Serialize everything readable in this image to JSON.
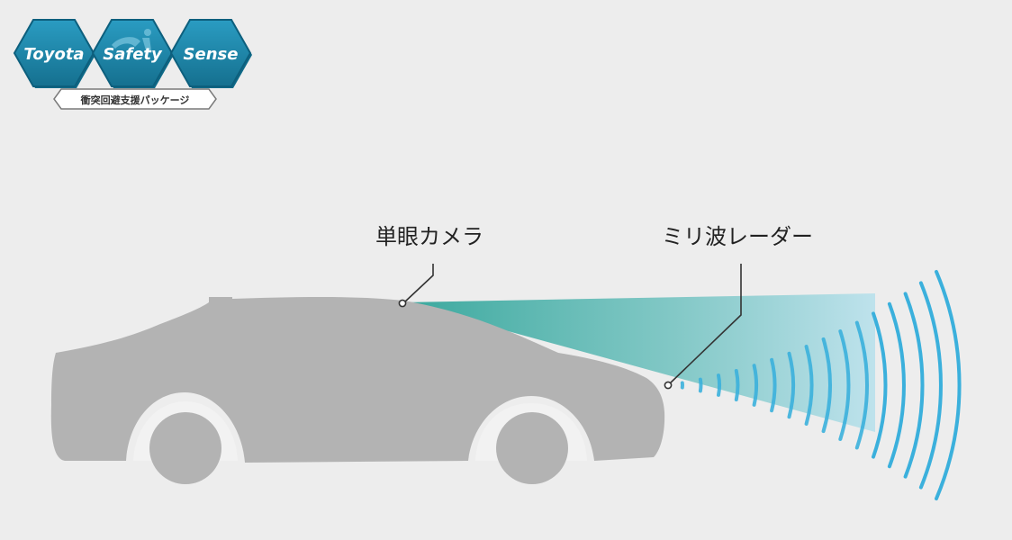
{
  "logo": {
    "words": [
      "Toyota",
      "Safety",
      "Sense"
    ],
    "tagline": "衝突回避支援パッケージ",
    "hex_color": "#1f86a8",
    "hex_edge_color": "#0d5f7d"
  },
  "callouts": {
    "camera_label": "単眼カメラ",
    "radar_label": "ミリ波レーダー"
  },
  "colors": {
    "background": "#ededed",
    "car_body": "#b3b3b3",
    "wheel_arch": "#f2f2f2",
    "camera_beam": "#5ab8b0",
    "radar_wave": "#3bb0dc",
    "leader_line": "#333333"
  },
  "radar": {
    "wave_count": 16
  }
}
